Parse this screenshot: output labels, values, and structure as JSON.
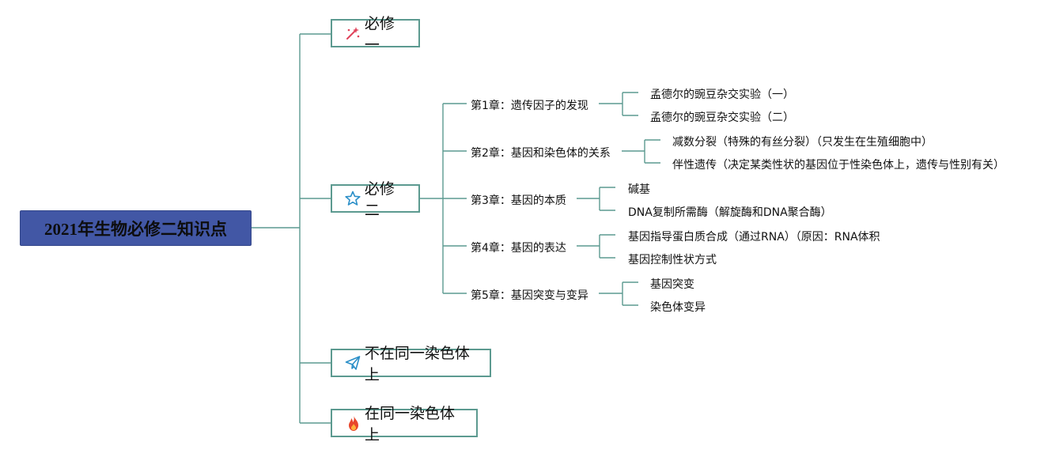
{
  "root": {
    "title": "2021年生物必修二知识点"
  },
  "branches": [
    {
      "label": "必修一",
      "icon": "magic-wand-icon"
    },
    {
      "label": "必修二",
      "icon": "star-icon"
    },
    {
      "label": "不在同一染色体上",
      "icon": "paper-plane-icon"
    },
    {
      "label": "在同一染色体上",
      "icon": "fire-icon"
    }
  ],
  "chapters": [
    {
      "label": "第1章：遗传因子的发现",
      "items": [
        "孟德尔的豌豆杂交实验（一）",
        "孟德尔的豌豆杂交实验（二）"
      ]
    },
    {
      "label": "第2章：基因和染色体的关系",
      "items": [
        "减数分裂（特殊的有丝分裂）（只发生在生殖细胞中）",
        "伴性遗传（决定某类性状的基因位于性染色体上，遗传与性别有关）"
      ]
    },
    {
      "label": "第3章：基因的本质",
      "items": [
        "碱基",
        "DNA复制所需酶（解旋酶和DNA聚合酶）"
      ]
    },
    {
      "label": "第4章：基因的表达",
      "items": [
        "基因指导蛋白质合成（通过RNA）（原因：RNA体积",
        "基因控制性状方式"
      ]
    },
    {
      "label": "第5章：基因突变与变异",
      "items": [
        "基因突变",
        "染色体变异"
      ]
    }
  ],
  "colors": {
    "root_fill": "#4257a5",
    "connector": "#5c9a90"
  }
}
